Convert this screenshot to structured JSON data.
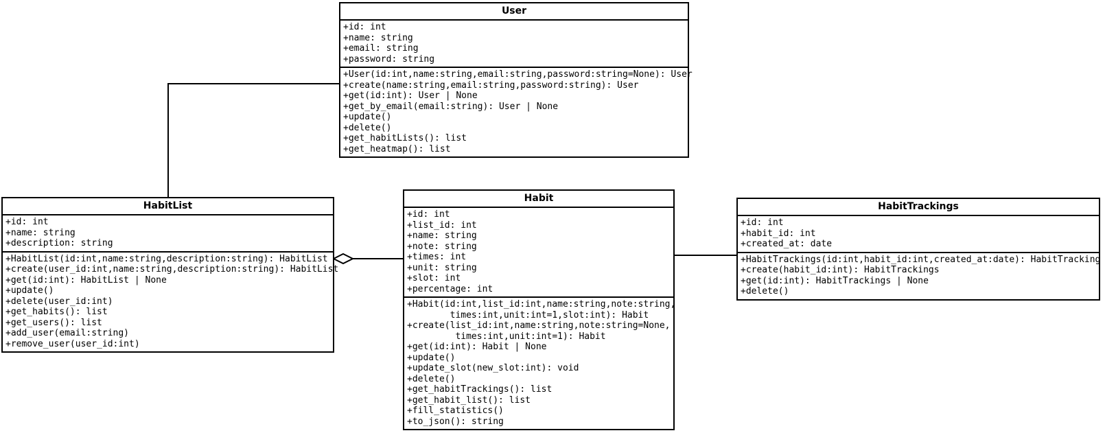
{
  "diagram": {
    "type": "uml-class-diagram",
    "background_color": "#ffffff",
    "line_color": "#000000",
    "classes": [
      {
        "name": "User",
        "attributes": [
          "+id: int",
          "+name: string",
          "+email: string",
          "+password: string"
        ],
        "methods": [
          "+User(id:int,name:string,email:string,password:string=None): User",
          "+create(name:string,email:string,password:string): User",
          "+get(id:int): User | None",
          "+get_by_email(email:string): User | None",
          "+update()",
          "+delete()",
          "+get_habitLists(): list",
          "+get_heatmap(): list"
        ]
      },
      {
        "name": "HabitList",
        "attributes": [
          "+id: int",
          "+name: string",
          "+description: string"
        ],
        "methods": [
          "+HabitList(id:int,name:string,description:string): HabitList",
          "+create(user_id:int,name:string,description:string): HabitList",
          "+get(id:int): HabitList | None",
          "+update()",
          "+delete(user_id:int)",
          "+get_habits(): list",
          "+get_users(): list",
          "+add_user(email:string)",
          "+remove_user(user_id:int)"
        ]
      },
      {
        "name": "Habit",
        "attributes": [
          "+id: int",
          "+list_id: int",
          "+name: string",
          "+note: string",
          "+times: int",
          "+unit: string",
          "+slot: int",
          "+percentage: int"
        ],
        "methods": [
          "+Habit(id:int,list_id:int,name:string,note:string,",
          "        times:int,unit:int=1,slot:int): Habit",
          "+create(list_id:int,name:string,note:string=None,",
          "         times:int,unit:int=1): Habit",
          "+get(id:int): Habit | None",
          "+update()",
          "+update_slot(new_slot:int): void",
          "+delete()",
          "+get_habitTrackings(): list",
          "+get_habit_list(): list",
          "+fill_statistics()",
          "+to_json(): string"
        ]
      },
      {
        "name": "HabitTrackings",
        "attributes": [
          "+id: int",
          "+habit_id: int",
          "+created_at: date"
        ],
        "methods": [
          "+HabitTrackings(id:int,habit_id:int,created_at:date): HabitTrackings",
          "+create(habit_id:int): HabitTrackings",
          "+get(id:int): HabitTrackings | None",
          "+delete()"
        ]
      }
    ],
    "connectors": [
      {
        "from": "User",
        "to": "HabitList",
        "type": "association"
      },
      {
        "from": "HabitList",
        "to": "Habit",
        "type": "aggregation",
        "diamond_at": "HabitList"
      },
      {
        "from": "Habit",
        "to": "HabitTrackings",
        "type": "association"
      }
    ]
  }
}
